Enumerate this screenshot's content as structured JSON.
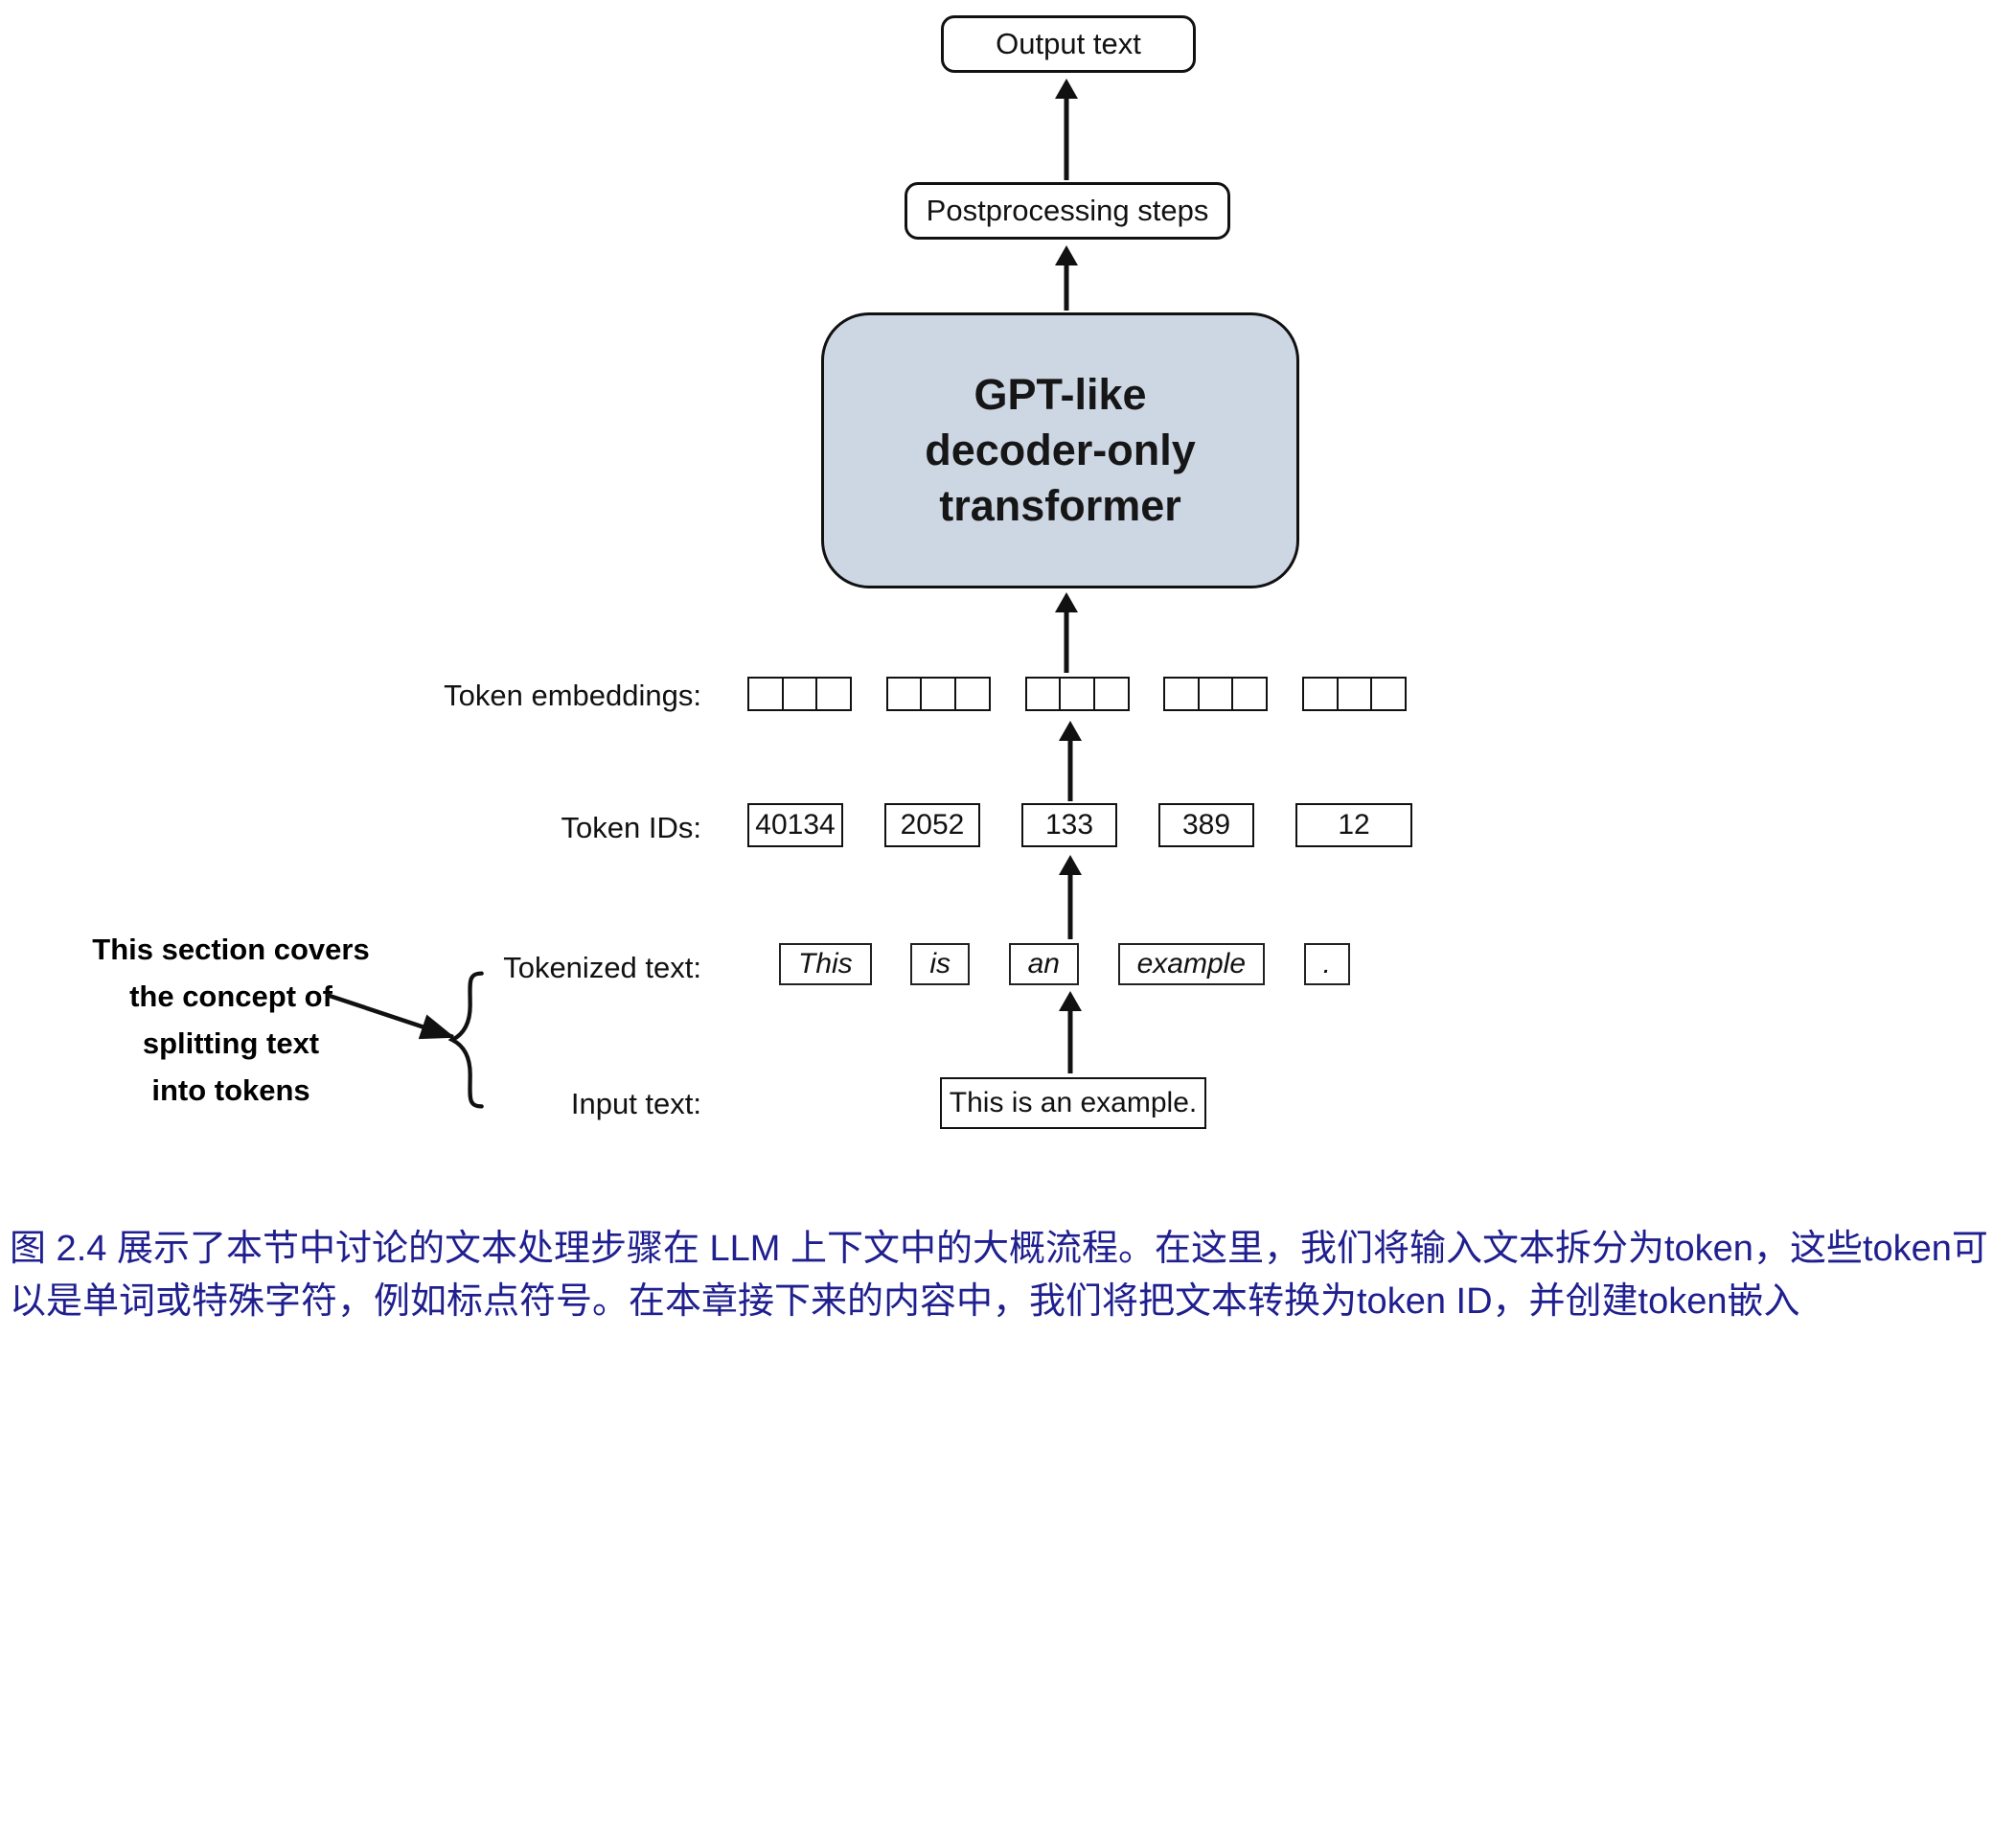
{
  "figure": {
    "nodes": {
      "output_text": "Output text",
      "postprocessing": "Postprocessing steps",
      "transformer_lines": [
        "GPT-like",
        "decoder-only",
        "transformer"
      ]
    },
    "rows": {
      "token_embeddings_label": "Token embeddings:",
      "token_ids_label": "Token IDs:",
      "tokenized_text_label": "Tokenized text:",
      "input_text_label": "Input text:",
      "token_ids": [
        "40134",
        "2052",
        "133",
        "389",
        "12"
      ],
      "tokens": [
        "This",
        "is",
        "an",
        "example",
        "."
      ],
      "input_sentence": "This is an example.",
      "embedding_groups": 5,
      "embedding_cells_per_group": 3
    },
    "side_note": {
      "lines": [
        "This section covers",
        "the concept of",
        "splitting text",
        "into tokens"
      ]
    }
  },
  "caption": {
    "text": "图 2.4 展示了本节中讨论的文本处理步骤在 LLM 上下文中的大概流程。在这里，我们将输入文本拆分为token，这些token可以是单词或特殊字符，例如标点符号。在本章接下来的内容中，我们将把文本转换为token ID，并创建token嵌入"
  },
  "colors": {
    "transformer_fill": "#cdd7e4",
    "line": "#111111",
    "caption_text": "#1f1f8f"
  }
}
